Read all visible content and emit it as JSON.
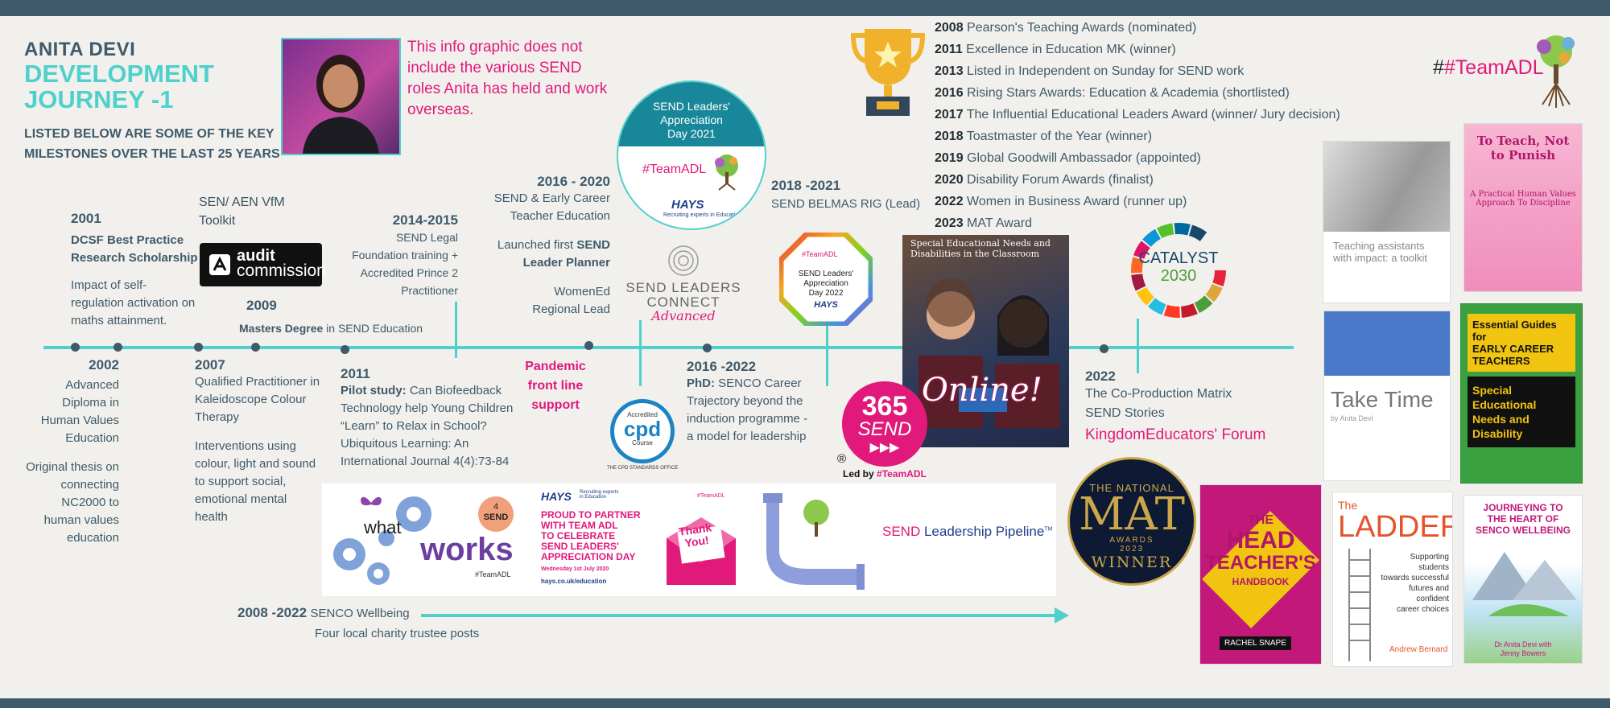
{
  "header": {
    "name": "ANITA DEVI",
    "title_line1": "DEVELOPMENT",
    "title_line2": "JOURNEY -1",
    "subtitle_line1": "LISTED BELOW ARE SOME OF THE KEY",
    "subtitle_line2": "MILESTONES OVER THE LAST 25 YEARS"
  },
  "note": {
    "line1": "This info graphic does not",
    "line2": "include the various SEND",
    "line3": "roles Anita has held and work",
    "line4": "overseas."
  },
  "hashtag_top": "#TeamADL",
  "awards": [
    {
      "year": "2008",
      "text": "Pearson's Teaching Awards (nominated)"
    },
    {
      "year": "2011",
      "text": "Excellence in Education MK (winner)"
    },
    {
      "year": "2013",
      "text": "Listed in Independent on Sunday for SEND work"
    },
    {
      "year": "2016",
      "text": "Rising Stars Awards: Education & Academia (shortlisted)"
    },
    {
      "year": "2017",
      "text": "The Influential Educational Leaders Award (winner/ Jury decision)"
    },
    {
      "year": "2018",
      "text": "Toastmaster of the Year (winner)"
    },
    {
      "year": "2019",
      "text": "Global Goodwill Ambassador (appointed)"
    },
    {
      "year": "2020",
      "text": "Disability Forum Awards (finalist)"
    },
    {
      "year": "2022",
      "text": "Women in Business Award (runner up)"
    },
    {
      "year": "2023",
      "text": "MAT Award"
    }
  ],
  "milestones": {
    "m2001": {
      "year": "2001",
      "line1": "DCSF Best Practice",
      "line2": "Research Scholarship",
      "d1": "Impact of self-",
      "d2": "regulation activation on",
      "d3": "maths attainment."
    },
    "m2002": {
      "year": "2002",
      "l1": "Advanced",
      "l2": "Diploma in",
      "l3": "Human Values",
      "l4": "Education",
      "o1": "Original thesis on",
      "o2": "connecting",
      "o3": "NC2000 to",
      "o4": "human values",
      "o5": "education"
    },
    "toolkit": {
      "l1": "SEN/ AEN VfM",
      "l2": "Toolkit",
      "logo1": "audit",
      "logo2": "commission"
    },
    "m2007": {
      "year": "2007",
      "l1": "Qualified Practitioner in",
      "l2": "Kaleidoscope Colour",
      "l3": "Therapy",
      "i1": "Interventions using",
      "i2": "colour, light and sound",
      "i3": "to support social,",
      "i4": "emotional mental",
      "i5": "health"
    },
    "m2009": {
      "year": "2009",
      "bold": "Masters Degree",
      "rest": " in SEND Education"
    },
    "m2011": {
      "year": "2011",
      "bold": "Pilot study:",
      "l1": " Can Biofeedback",
      "l2": "Technology help Young Children",
      "l3": "“Learn” to Relax in School?",
      "l4": "Ubiquitous Learning: An",
      "l5": "International Journal 4(4):73-84"
    },
    "m2014": {
      "year": "2014-2015",
      "l1": "SEND Legal",
      "l2": "Foundation training +",
      "l3": "Accredited Prince 2",
      "l4": "Practitioner"
    },
    "m2016": {
      "year": "2016 - 2020",
      "l1": "SEND & Early Career",
      "l2": "Teacher Education",
      "p1": "Launched first ",
      "p1b": "SEND",
      "p2": "Leader Planner",
      "w1": "WomenEd",
      "w2": "Regional Lead"
    },
    "pandemic": {
      "l1": "Pandemic",
      "l2": "front line",
      "l3": "support"
    },
    "m2016b": {
      "year": "2016 -2022",
      "phd": "PhD:",
      "l1": " SENCO Career",
      "l2": "Trajectory beyond the",
      "l3": "induction programme -",
      "l4": "a model for leadership"
    },
    "m2018": {
      "year": "2018 -2021",
      "l1": "SEND BELMAS RIG (Lead)"
    },
    "m2022": {
      "year": "2022",
      "l1": "The Co-Production Matrix",
      "l2": "SEND Stories",
      "l3": "KingdomEducators' Forum"
    },
    "m2008": {
      "year": "2008 -2022",
      "l1": "SENCO Wellbeing",
      "l2": "Four local charity trustee posts"
    }
  },
  "badges": {
    "send_day_2021": {
      "l1": "SEND Leaders'",
      "l2": "Appreciation",
      "l3": "Day 2021",
      "tag": "#TeamADL",
      "hays": "HAYS",
      "hays_sub": "Recruiting experts in Education"
    },
    "send_day_2022": {
      "tag": "#TeamADL",
      "l1": "SEND Leaders'",
      "l2": "Appreciation",
      "l3": "Day 2022",
      "hays": "HAYS"
    },
    "connect": {
      "l1": "SEND LEADERS",
      "l2": "CONNECT",
      "l3": "Advanced"
    },
    "cpd": {
      "top": "Accredited",
      "mid": "cpd",
      "bot": "Course",
      "foot": "THE CPD STANDARDS OFFICE"
    },
    "online": {
      "head1": "Special Educational Needs and",
      "head2": "Disabilities in the Classroom",
      "script": "Online!"
    },
    "send365": {
      "n": "365",
      "w": "SEND",
      "led": "Led by ",
      "tag": "#TeamADL",
      "reg": "®"
    },
    "catalyst": {
      "l1": "CATALYST",
      "l2": "2030"
    },
    "mat": {
      "l1": "THE NATIONAL",
      "l2": "MAT",
      "l3": "AWARDS",
      "l4": "2023",
      "l5": "WINNER"
    }
  },
  "banner": {
    "what": "what",
    "works": "works",
    "four": "4",
    "send": "SEND",
    "tag": "#TeamADL",
    "hays": "HAYS",
    "hays_sub": "Recruiting experts in Education",
    "proud1": "PROUD TO PARTNER",
    "proud2": "WITH TEAM ADL",
    "proud3": "TO CELEBRATE",
    "proud4": "SEND LEADERS'",
    "proud5": "APPRECIATION DAY",
    "date": "Wednesday 1st July 2020",
    "url": "hays.co.uk/education",
    "thanks1": "Thank",
    "thanks2": "You!",
    "tag2": "#TeamADL",
    "pipeline_send": "SEND",
    "pipeline_rest": " Leadership Pipeline",
    "tm": "TM"
  },
  "books": {
    "b1": {
      "l1": "Teaching assistants",
      "l2": "with impact: a toolkit"
    },
    "b2": {
      "l1": "To Teach, Not to Punish",
      "l2": "A Practical Human Values",
      "l3": "Approach To Discipline"
    },
    "b3": {
      "l1": "Take Time",
      "l2": "by Anita Devi"
    },
    "b4": {
      "l1": "Essential Guides for",
      "l2": "EARLY CAREER",
      "l3": "TEACHERS",
      "l4": "Special Educational",
      "l5": "Needs and Disability"
    },
    "b5": {
      "l1": "THE",
      "l2": "HEAD",
      "l3": "TEACHER'S",
      "l4": "HANDBOOK",
      "l5": "RACHEL SNAPE"
    },
    "b6": {
      "l1": "The",
      "l2": "LADDER",
      "l3": "Supporting students",
      "l4": "towards successful",
      "l5": "futures and confident",
      "l6": "career choices",
      "l7": "Andrew Bernard"
    },
    "b7": {
      "l1": "JOURNEYING TO",
      "l2": "THE HEART OF",
      "l3": "SENCO WELLBEING",
      "l4": "Dr Anita Devi",
      "l5": "with",
      "l6": "Jenny Bowers"
    }
  },
  "colors": {
    "teal": "#4fd1cb",
    "navy": "#3e5a6b",
    "pink": "#e0197b",
    "bg": "#f2f0ec"
  },
  "icons": [
    "trophy-icon",
    "tree-icon",
    "gear-icon",
    "butterfly-icon",
    "envelope-icon",
    "pipe-icon"
  ]
}
